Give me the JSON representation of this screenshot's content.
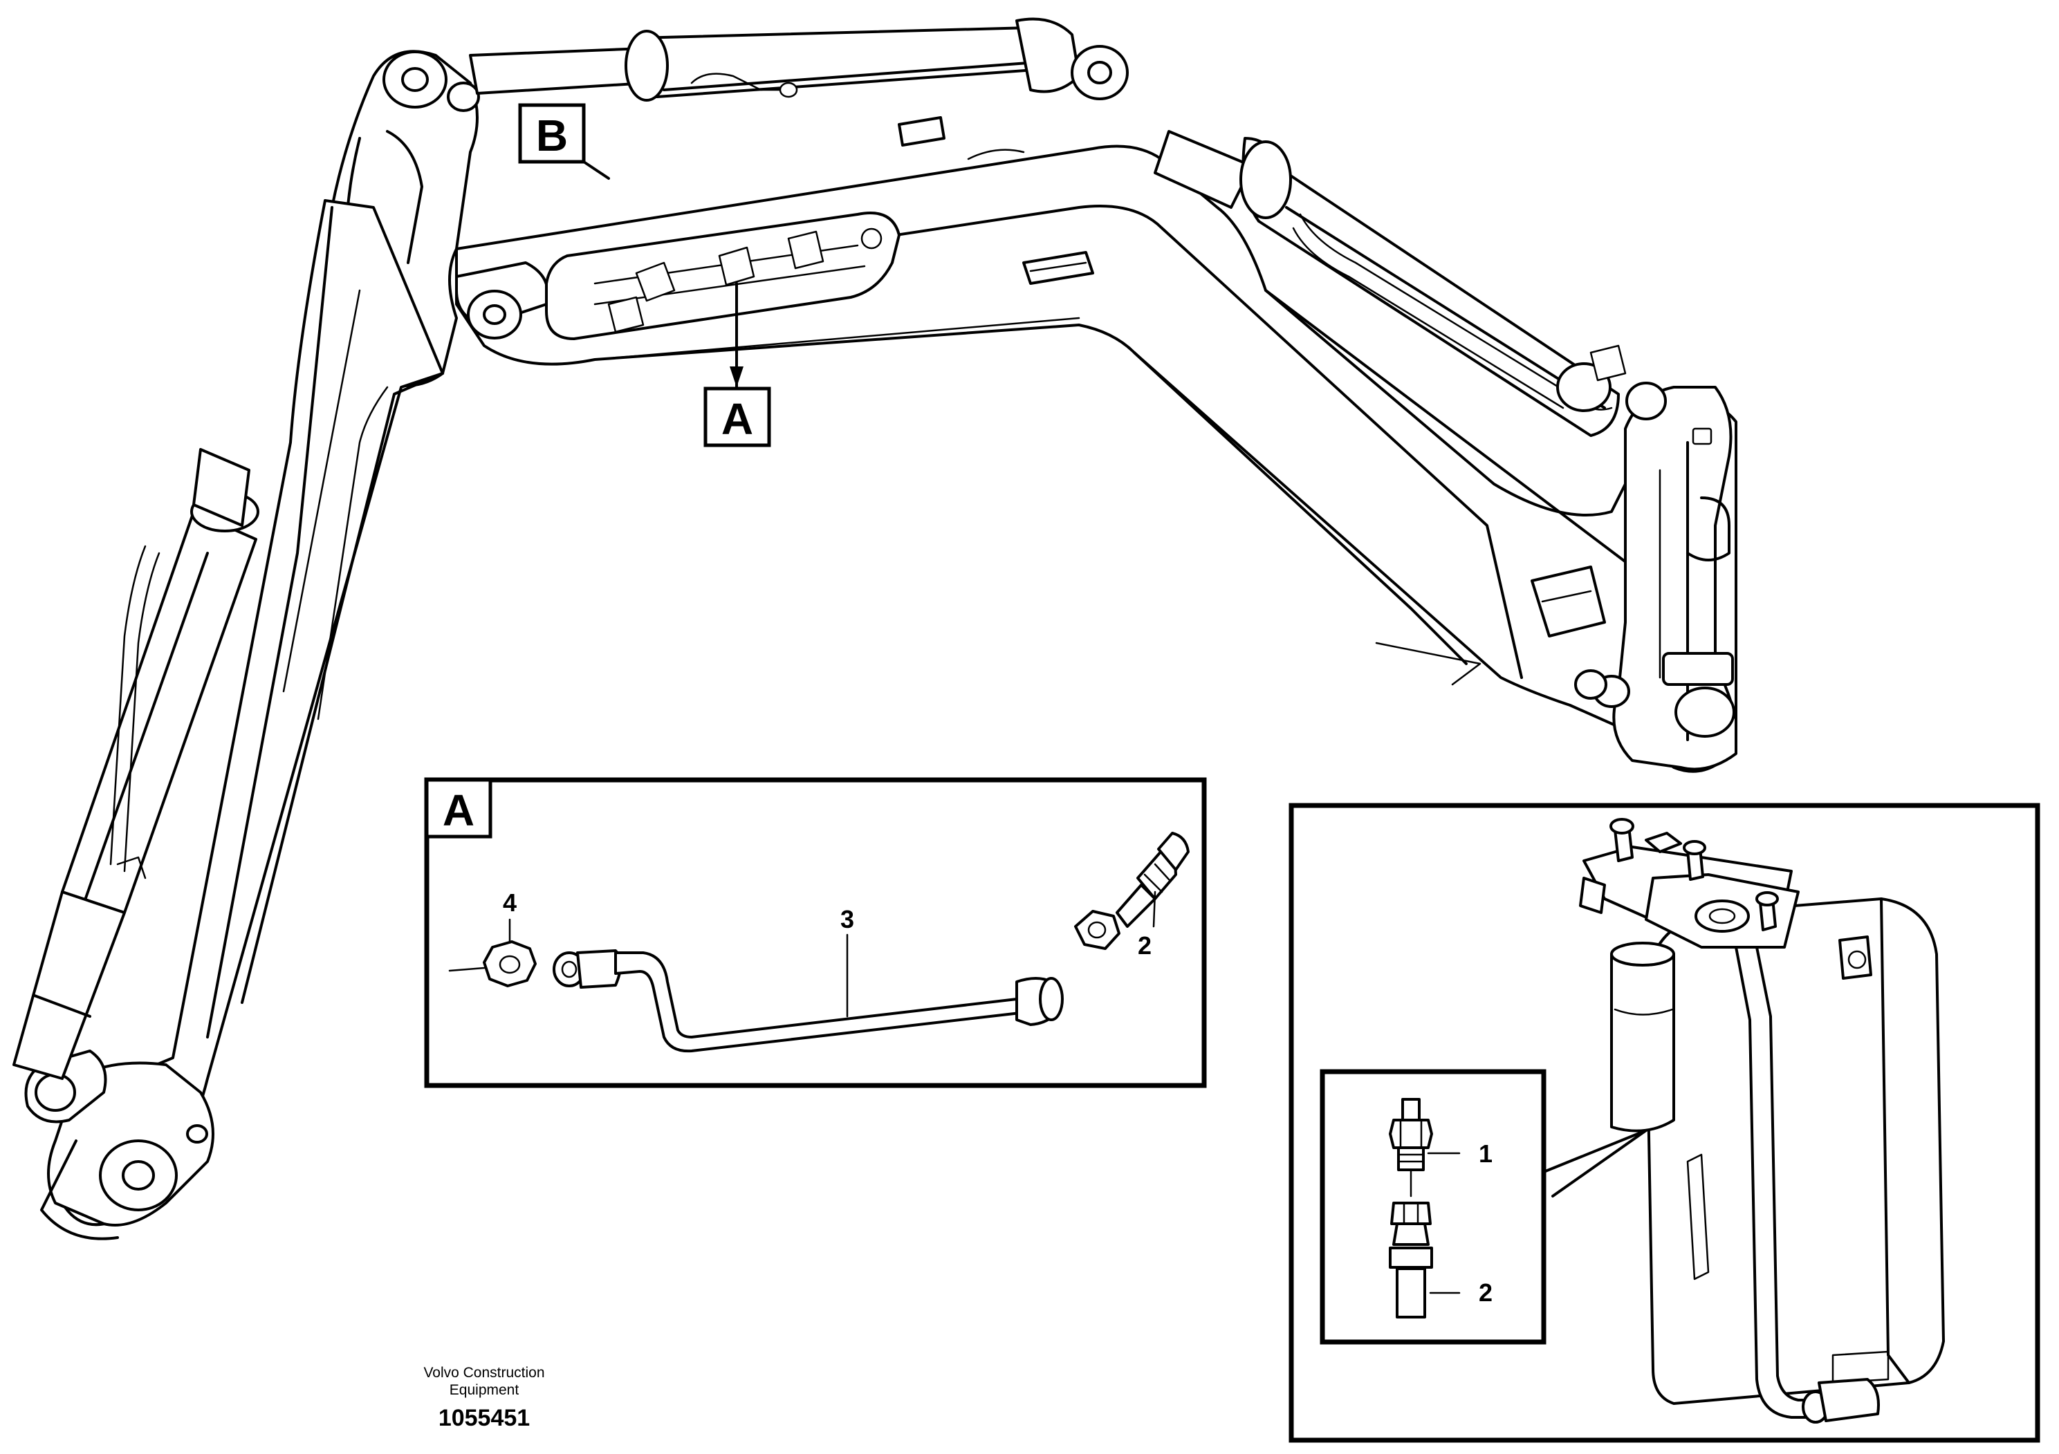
{
  "callouts": {
    "main_a": "A",
    "main_b": "B",
    "detail_a_title": "A"
  },
  "detail_a": {
    "part_2": "2",
    "part_3": "3",
    "part_4": "4"
  },
  "detail_right": {
    "part_1": "1",
    "part_2": "2"
  },
  "footer": {
    "company_line1": "Volvo Construction",
    "company_line2": "Equipment",
    "drawing_number": "1055451"
  }
}
